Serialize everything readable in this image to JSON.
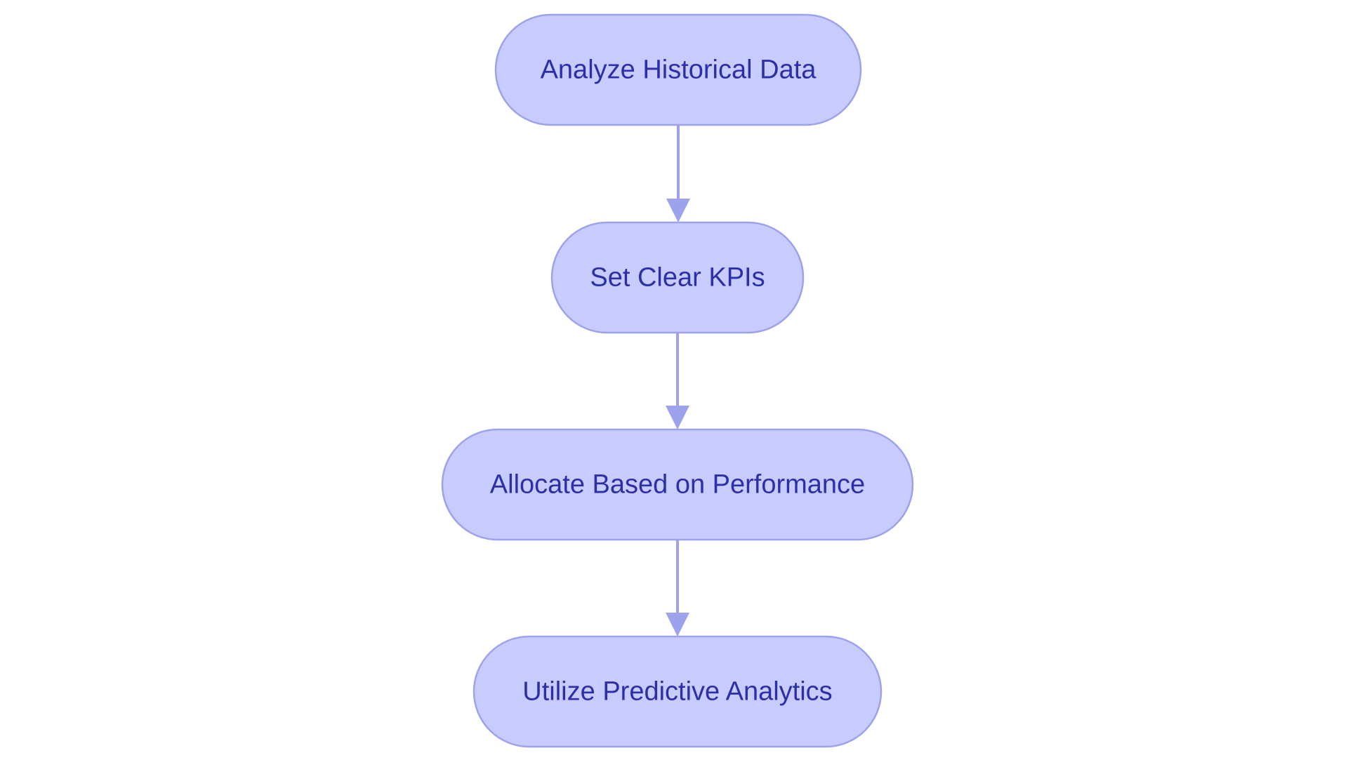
{
  "colors": {
    "node_fill": "#c8cbfd",
    "node_stroke": "#9da2ec",
    "edge": "#9da2ec",
    "text": "#2b2fa8",
    "background": "#ffffff"
  },
  "nodes": [
    {
      "id": "n1",
      "label": "Analyze Historical Data"
    },
    {
      "id": "n2",
      "label": "Set Clear KPIs"
    },
    {
      "id": "n3",
      "label": "Allocate Based on Performance"
    },
    {
      "id": "n4",
      "label": "Utilize Predictive Analytics"
    }
  ],
  "edges": [
    {
      "from": "n1",
      "to": "n2"
    },
    {
      "from": "n2",
      "to": "n3"
    },
    {
      "from": "n3",
      "to": "n4"
    }
  ]
}
